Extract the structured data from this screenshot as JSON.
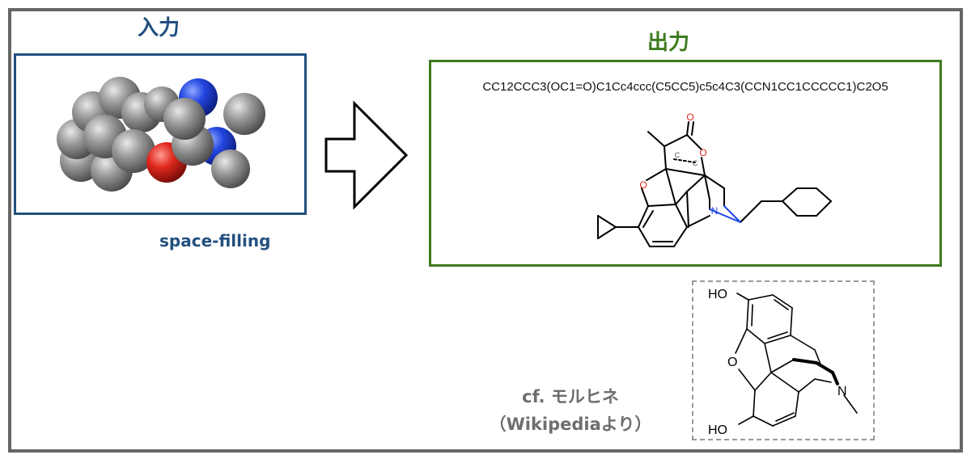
{
  "titles": {
    "input": "入力",
    "output": "出力"
  },
  "input_panel": {
    "caption": "space-filling"
  },
  "output_panel": {
    "smiles": "CC12CCC3(OC1=O)C1Cc4ccc(C5CC5)c5c4C3(CCN1CC1CCCCC1)C2O5"
  },
  "reference": {
    "line1": "cf. モルヒネ",
    "line2": "（Wikipediaより）"
  },
  "atom_labels": {
    "oxygen": "O",
    "nitrogen": "N",
    "carbon": "C",
    "hydroxyl": "HO"
  },
  "colors": {
    "input_accent": "#21507e",
    "output_accent": "#3d7a1e",
    "frame": "#666666",
    "oxygen": "#e0281e",
    "nitrogen": "#1e46e6"
  }
}
